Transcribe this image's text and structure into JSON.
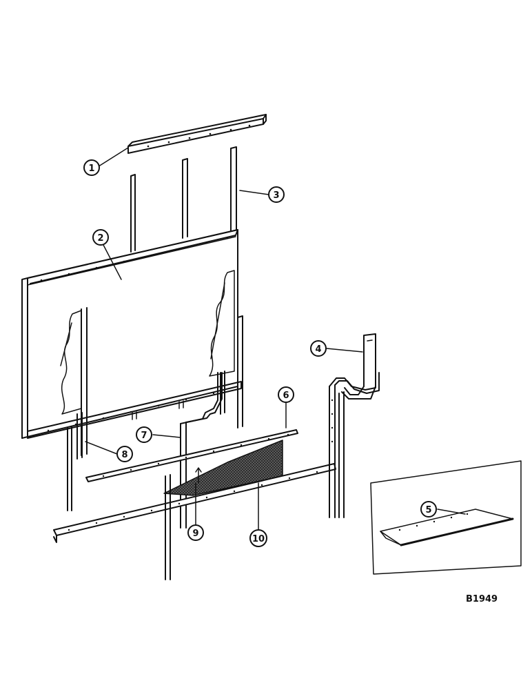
{
  "callouts": {
    "c1": "1",
    "c2": "2",
    "c3": "3",
    "c4": "4",
    "c5": "5",
    "c6": "6",
    "c7": "7",
    "c8": "8",
    "c9": "9",
    "c10": "10"
  },
  "drawing_ref": "B1949",
  "colors": {
    "ink": "#111111",
    "paper": "#ffffff",
    "screen": "#555555"
  }
}
